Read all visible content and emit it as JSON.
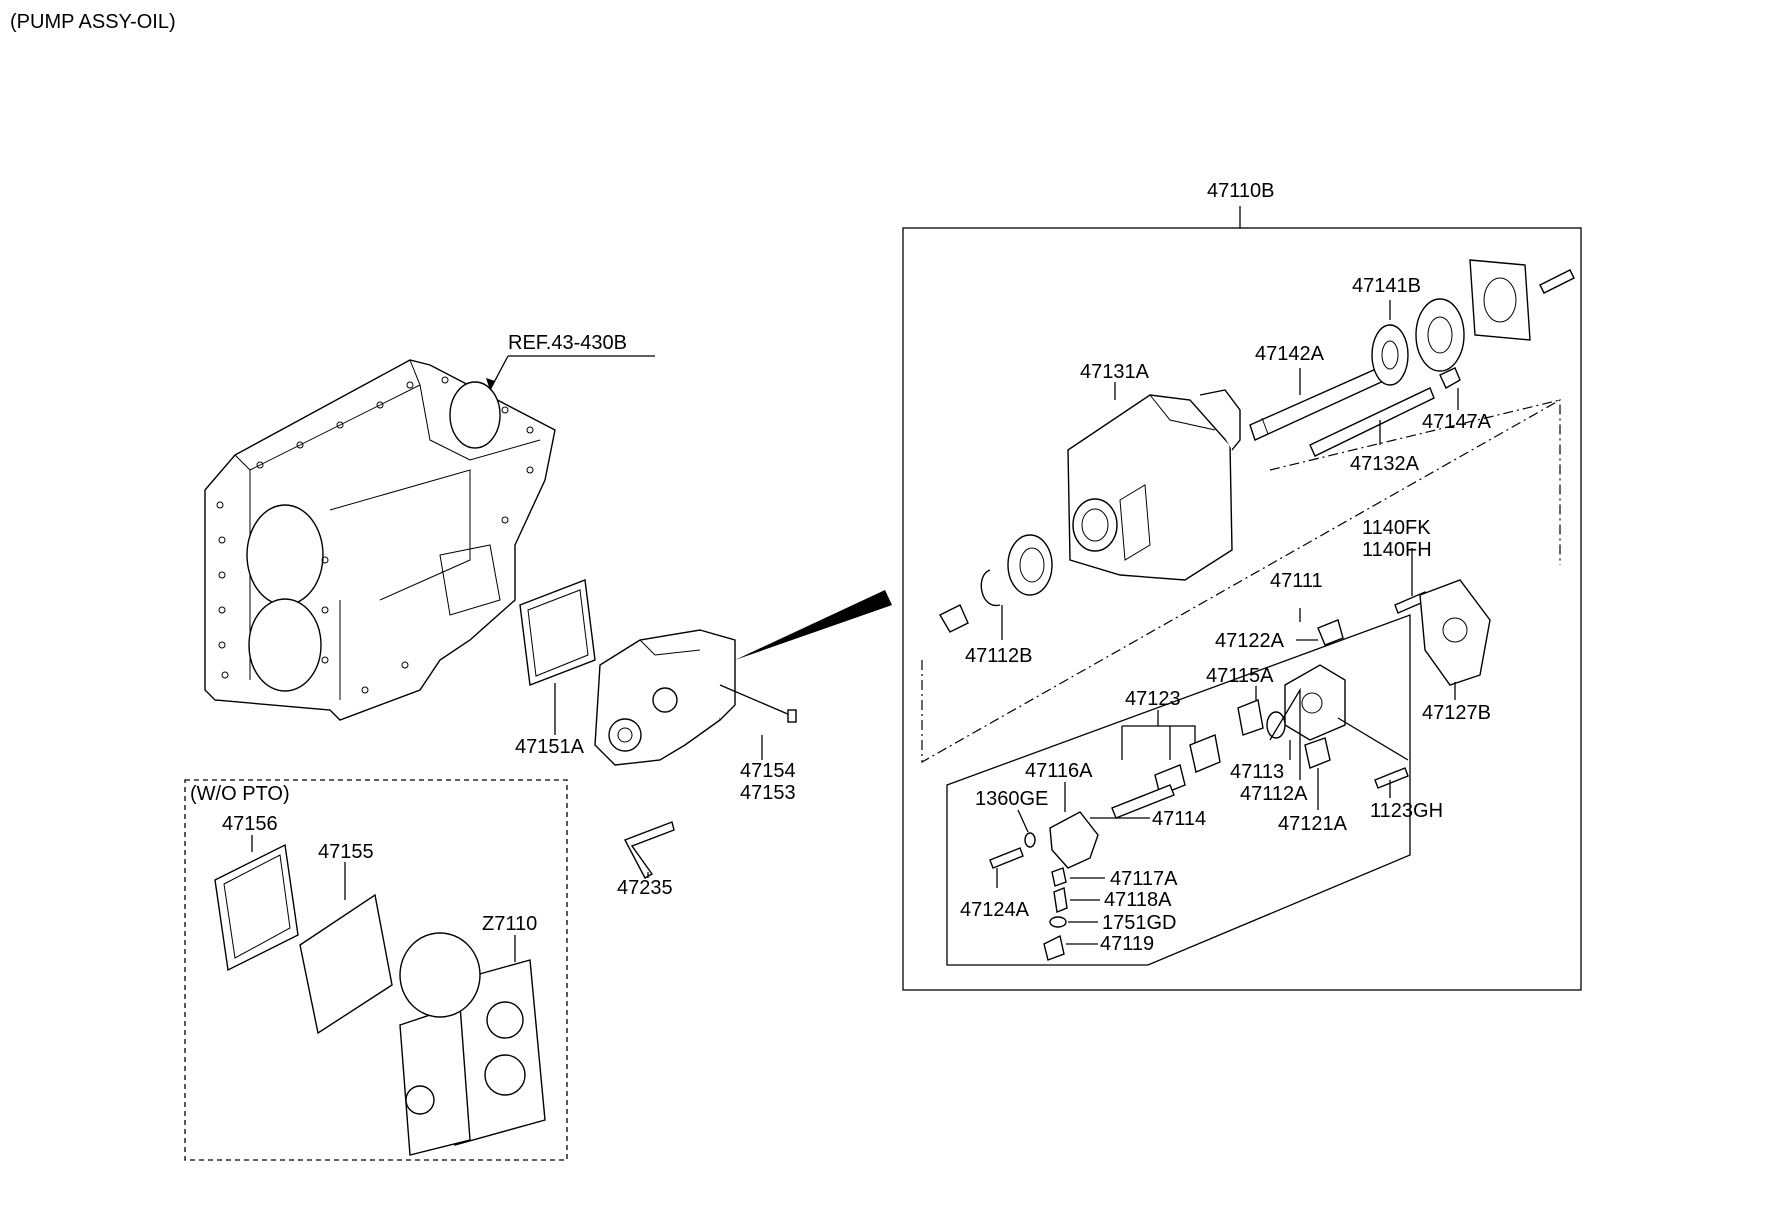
{
  "title": "(PUMP ASSY-OIL)",
  "wo_pto": "(W/O PTO)",
  "labels": {
    "p47110B": "47110B",
    "ref": "REF.43-430B",
    "p47141B": "47141B",
    "p47142A": "47142A",
    "p47131A": "47131A",
    "p47147A": "47147A",
    "p47132A": "47132A",
    "p1140FK": "1140FK",
    "p1140FH": "1140FH",
    "p47111": "47111",
    "p47112B": "47112B",
    "p47122A": "47122A",
    "p47127B": "47127B",
    "p47115A": "47115A",
    "p47123": "47123",
    "p47116A": "47116A",
    "p47113": "47113",
    "p47112A": "47112A",
    "p1360GE": "1360GE",
    "p47114": "47114",
    "p47121A": "47121A",
    "p1123GH": "1123GH",
    "p47117A": "47117A",
    "p47118A": "47118A",
    "p47124A": "47124A",
    "p1751GD": "1751GD",
    "p47119": "47119",
    "p47151A": "47151A",
    "p47154": "47154",
    "p47153": "47153",
    "p47235": "47235",
    "p47156": "47156",
    "p47155": "47155",
    "pZ7110": "Z7110"
  }
}
